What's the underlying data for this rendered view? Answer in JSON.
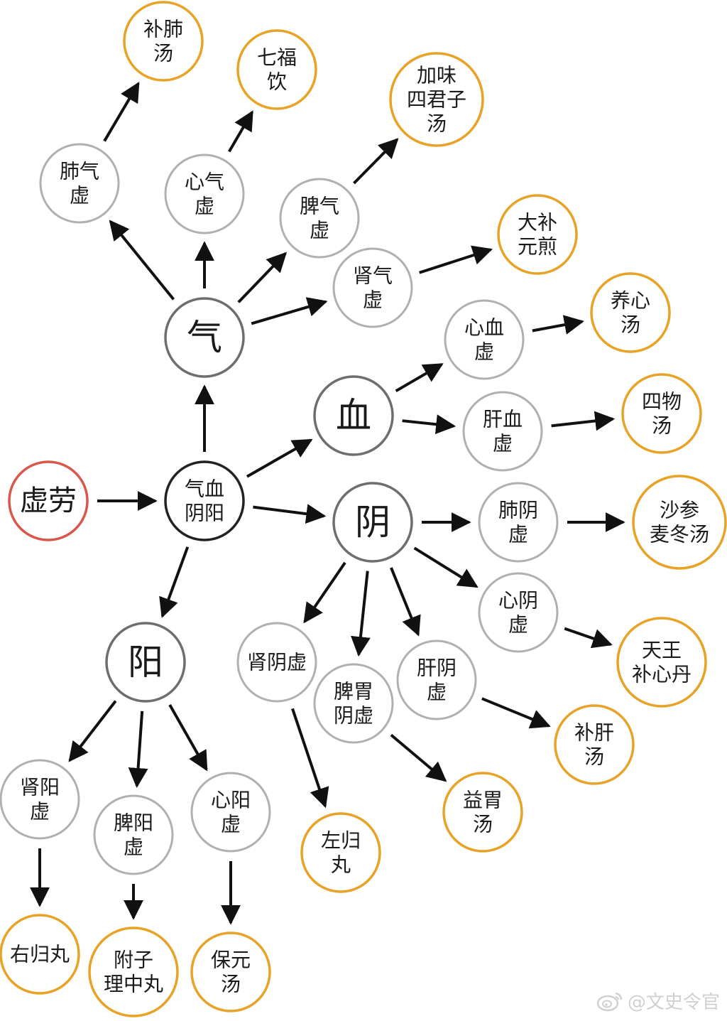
{
  "colors": {
    "root": "#d9574a",
    "hub": "#222222",
    "category": "#6e6e6e",
    "syndrome": "#b0b0b0",
    "formula": "#e8a327",
    "arrow": "#111111",
    "text": "#1a1a1a"
  },
  "nodes": [
    {
      "id": "xulao",
      "kind": "root",
      "lines": [
        "虚劳"
      ]
    },
    {
      "id": "qxyy",
      "kind": "hub",
      "lines": [
        "气血",
        "阴阳"
      ]
    },
    {
      "id": "qi",
      "kind": "category",
      "lines": [
        "气"
      ]
    },
    {
      "id": "xue",
      "kind": "category",
      "lines": [
        "血"
      ]
    },
    {
      "id": "yin",
      "kind": "category",
      "lines": [
        "阴"
      ]
    },
    {
      "id": "yang",
      "kind": "category",
      "lines": [
        "阳"
      ]
    },
    {
      "id": "feiqi",
      "kind": "syndrome",
      "lines": [
        "肺气",
        "虚"
      ]
    },
    {
      "id": "xinqi",
      "kind": "syndrome",
      "lines": [
        "心气",
        "虚"
      ]
    },
    {
      "id": "piqi",
      "kind": "syndrome",
      "lines": [
        "脾气",
        "虚"
      ]
    },
    {
      "id": "shenqi",
      "kind": "syndrome",
      "lines": [
        "肾气",
        "虚"
      ]
    },
    {
      "id": "xinxue",
      "kind": "syndrome",
      "lines": [
        "心血",
        "虚"
      ]
    },
    {
      "id": "ganxue",
      "kind": "syndrome",
      "lines": [
        "肝血",
        "虚"
      ]
    },
    {
      "id": "feiyin",
      "kind": "syndrome",
      "lines": [
        "肺阴",
        "虚"
      ]
    },
    {
      "id": "xinyin",
      "kind": "syndrome",
      "lines": [
        "心阴",
        "虚"
      ]
    },
    {
      "id": "shenyin",
      "kind": "syndrome",
      "lines": [
        "肾阴虚"
      ]
    },
    {
      "id": "piweiyin",
      "kind": "syndrome",
      "lines": [
        "脾胃",
        "阴虚"
      ]
    },
    {
      "id": "ganyin",
      "kind": "syndrome",
      "lines": [
        "肝阴",
        "虚"
      ]
    },
    {
      "id": "shenyang",
      "kind": "syndrome",
      "lines": [
        "肾阳",
        "虚"
      ]
    },
    {
      "id": "piyang",
      "kind": "syndrome",
      "lines": [
        "脾阳",
        "虚"
      ]
    },
    {
      "id": "xinyang",
      "kind": "syndrome",
      "lines": [
        "心阳",
        "虚"
      ]
    },
    {
      "id": "bufei",
      "kind": "formula",
      "lines": [
        "补肺",
        "汤"
      ]
    },
    {
      "id": "qifu",
      "kind": "formula",
      "lines": [
        "七福",
        "饮"
      ]
    },
    {
      "id": "jiawei",
      "kind": "formula",
      "lines": [
        "加味",
        "四君子",
        "汤"
      ]
    },
    {
      "id": "dabu",
      "kind": "formula",
      "lines": [
        "大补",
        "元煎"
      ]
    },
    {
      "id": "yangxin",
      "kind": "formula",
      "lines": [
        "养心",
        "汤"
      ]
    },
    {
      "id": "siwu",
      "kind": "formula",
      "lines": [
        "四物",
        "汤"
      ]
    },
    {
      "id": "shashen",
      "kind": "formula",
      "lines": [
        "沙参",
        "麦冬汤"
      ]
    },
    {
      "id": "tianwang",
      "kind": "formula",
      "lines": [
        "天王",
        "补心丹"
      ]
    },
    {
      "id": "bugan",
      "kind": "formula",
      "lines": [
        "补肝",
        "汤"
      ]
    },
    {
      "id": "yiwei",
      "kind": "formula",
      "lines": [
        "益胃",
        "汤"
      ]
    },
    {
      "id": "zuogui",
      "kind": "formula",
      "lines": [
        "左归",
        "丸"
      ]
    },
    {
      "id": "yougui",
      "kind": "formula",
      "lines": [
        "右归丸"
      ]
    },
    {
      "id": "fuzi",
      "kind": "formula",
      "lines": [
        "附子",
        "理中丸"
      ]
    },
    {
      "id": "baoyuan",
      "kind": "formula",
      "lines": [
        "保元",
        "汤"
      ]
    }
  ],
  "edges": [
    [
      "xulao",
      "qxyy"
    ],
    [
      "qxyy",
      "qi"
    ],
    [
      "qxyy",
      "xue"
    ],
    [
      "qxyy",
      "yin"
    ],
    [
      "qxyy",
      "yang"
    ],
    [
      "qi",
      "feiqi"
    ],
    [
      "qi",
      "xinqi"
    ],
    [
      "qi",
      "piqi"
    ],
    [
      "qi",
      "shenqi"
    ],
    [
      "feiqi",
      "bufei"
    ],
    [
      "xinqi",
      "qifu"
    ],
    [
      "piqi",
      "jiawei"
    ],
    [
      "shenqi",
      "dabu"
    ],
    [
      "xue",
      "xinxue"
    ],
    [
      "xue",
      "ganxue"
    ],
    [
      "xinxue",
      "yangxin"
    ],
    [
      "ganxue",
      "siwu"
    ],
    [
      "yin",
      "feiyin"
    ],
    [
      "yin",
      "xinyin"
    ],
    [
      "yin",
      "shenyin"
    ],
    [
      "yin",
      "piweiyin"
    ],
    [
      "yin",
      "ganyin"
    ],
    [
      "feiyin",
      "shashen"
    ],
    [
      "xinyin",
      "tianwang"
    ],
    [
      "ganyin",
      "bugan"
    ],
    [
      "piweiyin",
      "yiwei"
    ],
    [
      "shenyin",
      "zuogui"
    ],
    [
      "yang",
      "shenyang"
    ],
    [
      "yang",
      "piyang"
    ],
    [
      "yang",
      "xinyang"
    ],
    [
      "shenyang",
      "yougui"
    ],
    [
      "piyang",
      "fuzi"
    ],
    [
      "xinyang",
      "baoyuan"
    ]
  ],
  "watermark": {
    "text": "@文史令官",
    "icon": "weibo-icon"
  }
}
